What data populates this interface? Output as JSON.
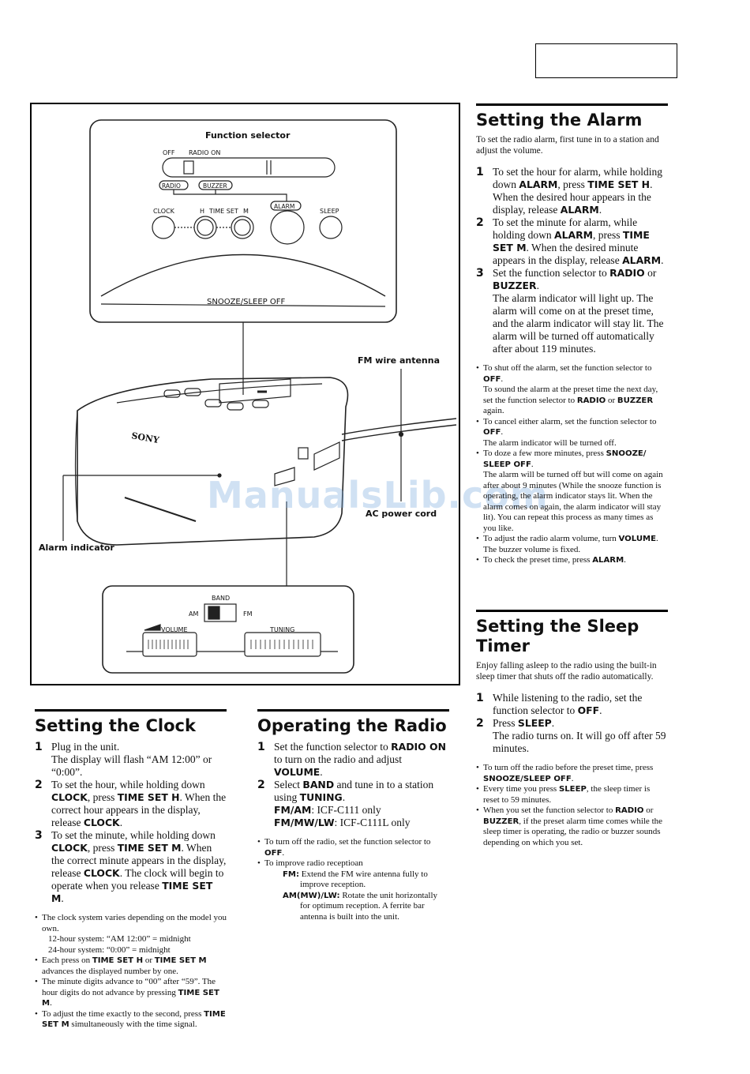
{
  "figure": {
    "function_selector": "Function selector",
    "off": "OFF",
    "radio_on": "RADIO  ON",
    "radio": "RADIO",
    "buzzer": "BUZZER",
    "alarm": "ALARM",
    "clock": "CLOCK",
    "h": "H",
    "time_set": "TIME SET",
    "m": "M",
    "sleep": "SLEEP",
    "snooze_sleep_off": "SNOOZE/SLEEP  OFF",
    "fm_wire_antenna": "FM wire antenna",
    "ac_power_cord": "AC power cord",
    "alarm_indicator": "Alarm indicator",
    "sony": "SONY",
    "band": "BAND",
    "am": "AM",
    "fm": "FM",
    "volume": "VOLUME",
    "tuning": "TUNING"
  },
  "watermark": "ManualsLib.com",
  "alarm": {
    "title": "Setting the Alarm",
    "intro": "To set the radio alarm, first tune in to a station and adjust the volume.",
    "steps": [
      {
        "num": "1",
        "parts": [
          "To set the hour for alarm, while holding down ",
          "ALARM",
          ", press ",
          "TIME SET H",
          ". When the desired hour appears in the display, release ",
          "ALARM",
          "."
        ]
      },
      {
        "num": "2",
        "parts": [
          "To set the minute for alarm, while holding down ",
          "ALARM",
          ", press ",
          "TIME SET M",
          ".  When the desired minute appears in the display, release ",
          "ALARM",
          "."
        ]
      },
      {
        "num": "3",
        "parts": [
          "Set the function selector to ",
          "RADIO",
          " or ",
          "BUZZER",
          "."
        ],
        "cont": "The alarm indicator will light up. The alarm will come on at the preset time, and the alarm indicator will stay lit. The alarm will be turned off automatically after about 119 minutes."
      }
    ],
    "notes": [
      {
        "parts": [
          "To shut off the alarm, set the function selector to ",
          "OFF",
          "."
        ],
        "sub": [
          "To sound the alarm at the preset time the next day, set the function selector to ",
          "RADIO",
          " or ",
          "BUZZER",
          " again."
        ]
      },
      {
        "parts": [
          "To cancel either alarm, set the function selector to ",
          "OFF",
          "."
        ],
        "sub": [
          "The alarm indicator will be turned off."
        ]
      },
      {
        "parts": [
          "To doze a few more minutes, press ",
          "SNOOZE/ SLEEP OFF",
          "."
        ],
        "sub": [
          "The alarm will be turned off but will come on again after about 9 minutes (While the snooze function is operating, the alarm indicator stays lit. When the alarm comes on again, the alarm indicator will stay lit). You can repeat this process as many times as you like."
        ]
      },
      {
        "parts": [
          "To adjust the radio alarm volume, turn ",
          "VOLUME",
          "."
        ],
        "sub": [
          "The buzzer volume is fixed."
        ]
      },
      {
        "parts": [
          "To check the preset time, press ",
          "ALARM",
          "."
        ]
      }
    ]
  },
  "sleep": {
    "title": "Setting the Sleep Timer",
    "intro": "Enjoy falling asleep to the radio using the built-in sleep timer that shuts off the radio automatically.",
    "steps": [
      {
        "num": "1",
        "parts": [
          "While listening to the radio, set the function selector to ",
          "OFF",
          "."
        ]
      },
      {
        "num": "2",
        "parts": [
          "Press ",
          "SLEEP",
          "."
        ],
        "cont": "The radio turns on.  It will go off after 59 minutes."
      }
    ],
    "notes": [
      {
        "parts": [
          "To turn off the radio before the preset time, press ",
          "SNOOZE/SLEEP OFF",
          "."
        ]
      },
      {
        "parts": [
          "Every time you press ",
          "SLEEP",
          ", the sleep timer is reset to 59 minutes."
        ]
      },
      {
        "parts": [
          "When you set the function selector to ",
          "RADIO",
          " or ",
          "BUZZER",
          ", if the preset alarm time comes while the sleep timer is operating, the radio or buzzer sounds depending on which you set."
        ]
      }
    ]
  },
  "clock": {
    "title": "Setting the Clock",
    "steps": [
      {
        "num": "1",
        "parts": [
          "Plug in the unit."
        ],
        "cont": "The display will flash “AM 12:00” or “0:00”."
      },
      {
        "num": "2",
        "parts": [
          "To set the hour, while holding down ",
          "CLOCK",
          ", press ",
          "TIME SET H",
          ".  When the correct hour appears in the display, release ",
          "CLOCK",
          "."
        ]
      },
      {
        "num": "3",
        "parts": [
          "To set the minute, while holding down ",
          "CLOCK",
          ", press ",
          "TIME SET M",
          ".  When the correct minute appears in the display, release ",
          "CLOCK",
          ".  The clock will begin to operate when you release ",
          "TIME SET M",
          "."
        ]
      }
    ],
    "notes": [
      {
        "parts": [
          "The clock system varies depending on the model you own."
        ],
        "sub": [
          "12-hour system: “AM 12:00” = midnight"
        ],
        "sub2": [
          "24-hour system: “0:00” = midnight"
        ]
      },
      {
        "parts": [
          "Each press on ",
          "TIME SET H",
          " or ",
          "TIME SET M",
          " advances the displayed number by one."
        ]
      },
      {
        "parts": [
          "The minute digits advance to “00” after “59”. The hour digits do not advance by pressing ",
          "TIME SET M",
          "."
        ]
      },
      {
        "parts": [
          "To adjust the time exactly to the second, press ",
          "TIME SET M",
          " simultaneously with the time signal."
        ]
      }
    ]
  },
  "radio": {
    "title": "Operating the Radio",
    "steps": [
      {
        "num": "1",
        "parts": [
          "Set the function selector to ",
          "RADIO ON",
          " to turn on the radio and adjust ",
          "VOLUME",
          "."
        ]
      },
      {
        "num": "2",
        "parts": [
          "Select ",
          "BAND",
          " and tune in to a station using ",
          "TUNING",
          "."
        ],
        "lines": [
          [
            "FM/AM",
            ": ICF-C111 only"
          ],
          [
            "FM/MW/LW",
            ": ICF-C111L only"
          ]
        ]
      }
    ],
    "notes": [
      {
        "parts": [
          "To turn off the radio, set the function selector to ",
          "OFF",
          "."
        ]
      },
      {
        "parts": [
          "To improve radio receptioan"
        ],
        "sub": [
          "FM:",
          " Extend the FM wire antenna fully to improve reception."
        ],
        "sub2": [
          "AM(MW)/LW:",
          " Rotate the unit horizontally for optimum reception.  A ferrite bar antenna is built into the unit."
        ]
      }
    ]
  }
}
